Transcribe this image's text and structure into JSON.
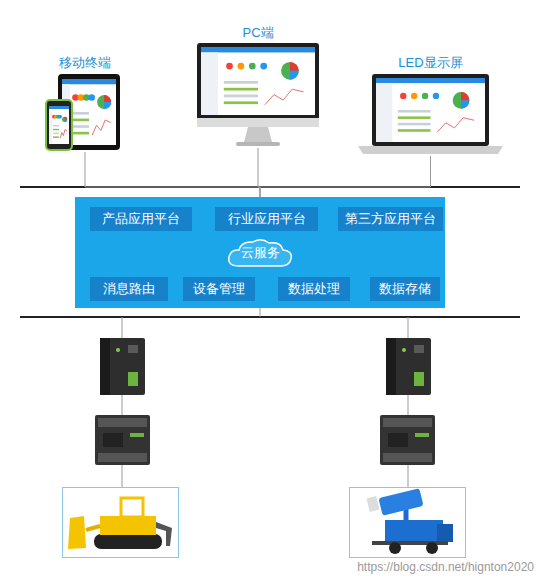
{
  "diagram": {
    "nodes": [
      {
        "text": [
          "移动终端"
        ]
      },
      {
        "text": [
          "PC端"
        ]
      },
      {
        "text": [
          "LED显示屏"
        ]
      },
      {
        "text": []
      },
      {
        "text": [
          "产品应用平台"
        ],
        "in": 3
      },
      {
        "text": [
          "行业应用平台"
        ],
        "in": 3
      },
      {
        "text": [
          "第三方应用平台"
        ],
        "in": 3
      },
      {
        "text": [
          "云服务"
        ],
        "in": 3
      },
      {
        "text": [
          "消息路由"
        ],
        "in": 3
      },
      {
        "text": [
          "设备管理"
        ],
        "in": 3
      },
      {
        "text": [
          "数据处理"
        ],
        "in": 3
      },
      {
        "text": [
          "数据存储"
        ],
        "in": 3
      }
    ],
    "edges": [
      {
        "from": 0,
        "to": 3,
        "arrow": "none"
      },
      {
        "from": 1,
        "to": 3,
        "arrow": "none"
      },
      {
        "from": 2,
        "to": 3,
        "arrow": "none"
      }
    ],
    "labels": [
      "https://blog.csdn.net/hignton2020"
    ]
  }
}
